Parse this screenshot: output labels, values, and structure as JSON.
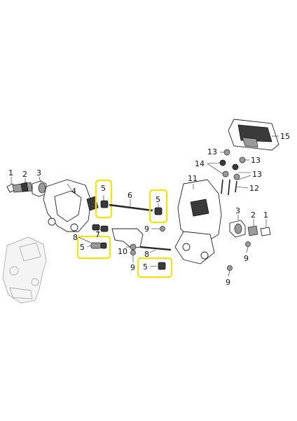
{
  "callouts": [
    {
      "id": "c1-left",
      "text": "1"
    },
    {
      "id": "c2-left",
      "text": "2"
    },
    {
      "id": "c3-left",
      "text": "3"
    },
    {
      "id": "c4",
      "text": "4"
    },
    {
      "id": "c5-a",
      "text": "5"
    },
    {
      "id": "c6",
      "text": "6"
    },
    {
      "id": "c5-b",
      "text": "5"
    },
    {
      "id": "c11",
      "text": "11"
    },
    {
      "id": "c15",
      "text": "15"
    },
    {
      "id": "c13-a",
      "text": "13"
    },
    {
      "id": "c13-b",
      "text": "13"
    },
    {
      "id": "c14",
      "text": "14"
    },
    {
      "id": "c13-c",
      "text": "13"
    },
    {
      "id": "c12",
      "text": "12"
    },
    {
      "id": "c7",
      "text": "7"
    },
    {
      "id": "c8-left",
      "text": "8"
    },
    {
      "id": "c5-c",
      "text": "5"
    },
    {
      "id": "c10",
      "text": "10"
    },
    {
      "id": "c9-a",
      "text": "9"
    },
    {
      "id": "c9-b",
      "text": "9"
    },
    {
      "id": "c8-mid",
      "text": "8"
    },
    {
      "id": "c5-d",
      "text": "5"
    },
    {
      "id": "c3-right",
      "text": "3"
    },
    {
      "id": "c2-right",
      "text": "2"
    },
    {
      "id": "c1-right",
      "text": "1"
    },
    {
      "id": "c9-c",
      "text": "9"
    },
    {
      "id": "c9-d",
      "text": "9"
    }
  ],
  "highlight_color": "#f2e227"
}
